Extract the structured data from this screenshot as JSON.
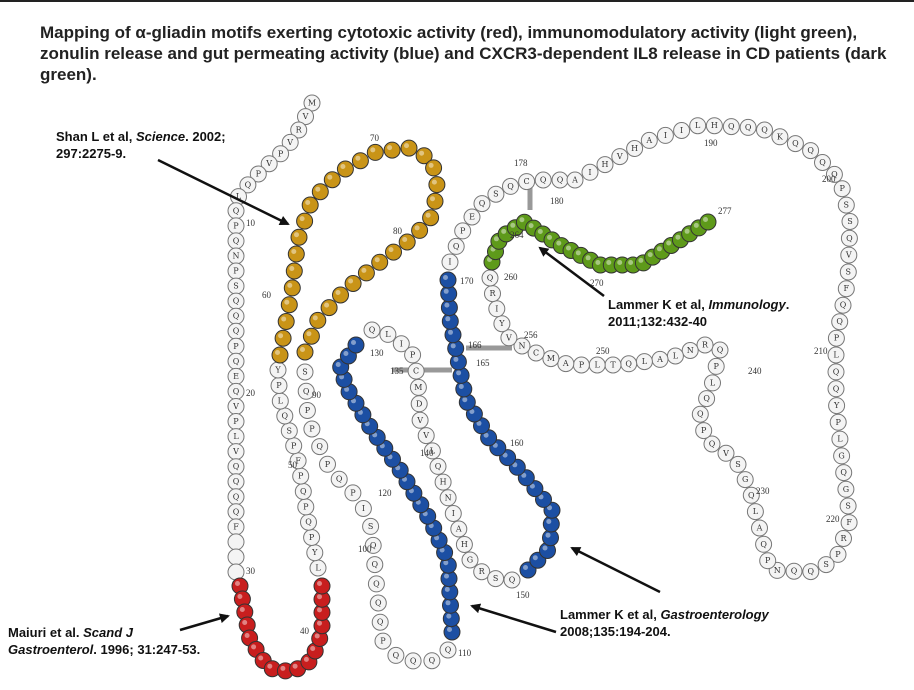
{
  "title": "Mapping of α-gliadin motifs exerting cytotoxic activity (red), immunomodulatory activity (light green), zonulin release and gut permeating activity (blue) and CXCR3-dependent IL8 release in CD patients (dark green).",
  "colors": {
    "red": "#c81e1e",
    "gold": "#c99417",
    "blue": "#1c4fa3",
    "green": "#5e9a1a",
    "white": "#f4f4f4"
  },
  "references": {
    "shan": {
      "line1": "Shan L et al, ",
      "journal": "Science",
      "line1b": ". 2002;",
      "line2": "297:2275-9."
    },
    "maiuri": {
      "line1": "Maiuri et al. ",
      "journal": "Scand J",
      "journal2": "Gastroenterol",
      "line2b": ". 1996; 31:247-53."
    },
    "lammer_imm": {
      "line1": "Lammer K et al, ",
      "journal": "Immunology",
      "line1b": ".",
      "line2": "2011;132:432-40"
    },
    "lammer_gas": {
      "line1": "Lammer K et al, ",
      "journal": "Gastroenterology",
      "line2": "2008;135:194-204."
    }
  },
  "residue_numbers": [
    "10",
    "20",
    "30",
    "40",
    "50",
    "60",
    "70",
    "80",
    "90",
    "100",
    "110",
    "120",
    "130",
    "135",
    "140",
    "150",
    "160",
    "165",
    "166",
    "170",
    "178",
    "180",
    "190",
    "200",
    "210",
    "220",
    "230",
    "240",
    "250",
    "256",
    "260",
    "264",
    "270",
    "277"
  ]
}
